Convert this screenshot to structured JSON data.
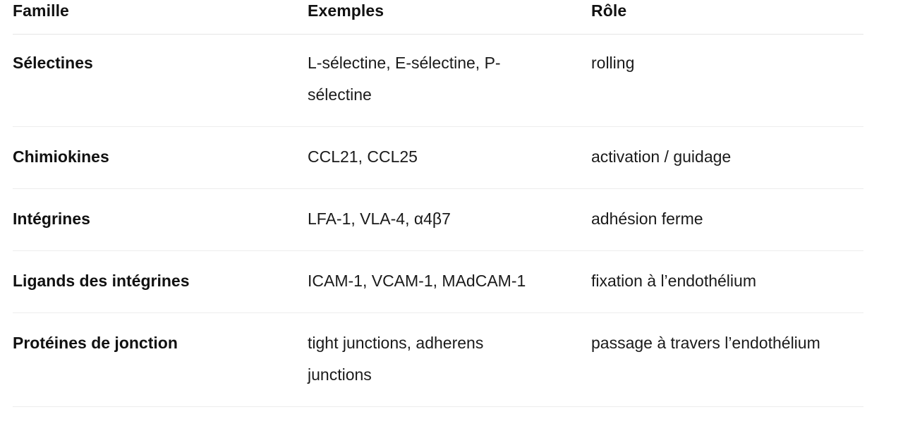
{
  "table": {
    "columns": [
      {
        "key": "famille",
        "label": "Famille"
      },
      {
        "key": "exemples",
        "label": "Exemples"
      },
      {
        "key": "role",
        "label": "Rôle"
      }
    ],
    "rows": [
      {
        "famille": "Sélectines",
        "exemples": "L-sélectine, E-sélectine, P-sélectine",
        "role": "rolling"
      },
      {
        "famille": "Chimiokines",
        "exemples": "CCL21, CCL25",
        "role": "activation / guidage"
      },
      {
        "famille": "Intégrines",
        "exemples": "LFA-1, VLA-4, α4β7",
        "role": "adhésion ferme"
      },
      {
        "famille": "Ligands des intégrines",
        "exemples": "ICAM-1, VCAM-1, MAdCAM-1",
        "role": "fixation à l’endothélium"
      },
      {
        "famille": "Protéines de jonction",
        "exemples": "tight junctions, adherens junctions",
        "role": "passage à travers l’endothélium"
      }
    ]
  },
  "colors": {
    "text": "#111111",
    "body_text": "#1a1a1a",
    "divider": "#ededed",
    "header_divider": "#e6e6e6",
    "background": "#ffffff"
  }
}
